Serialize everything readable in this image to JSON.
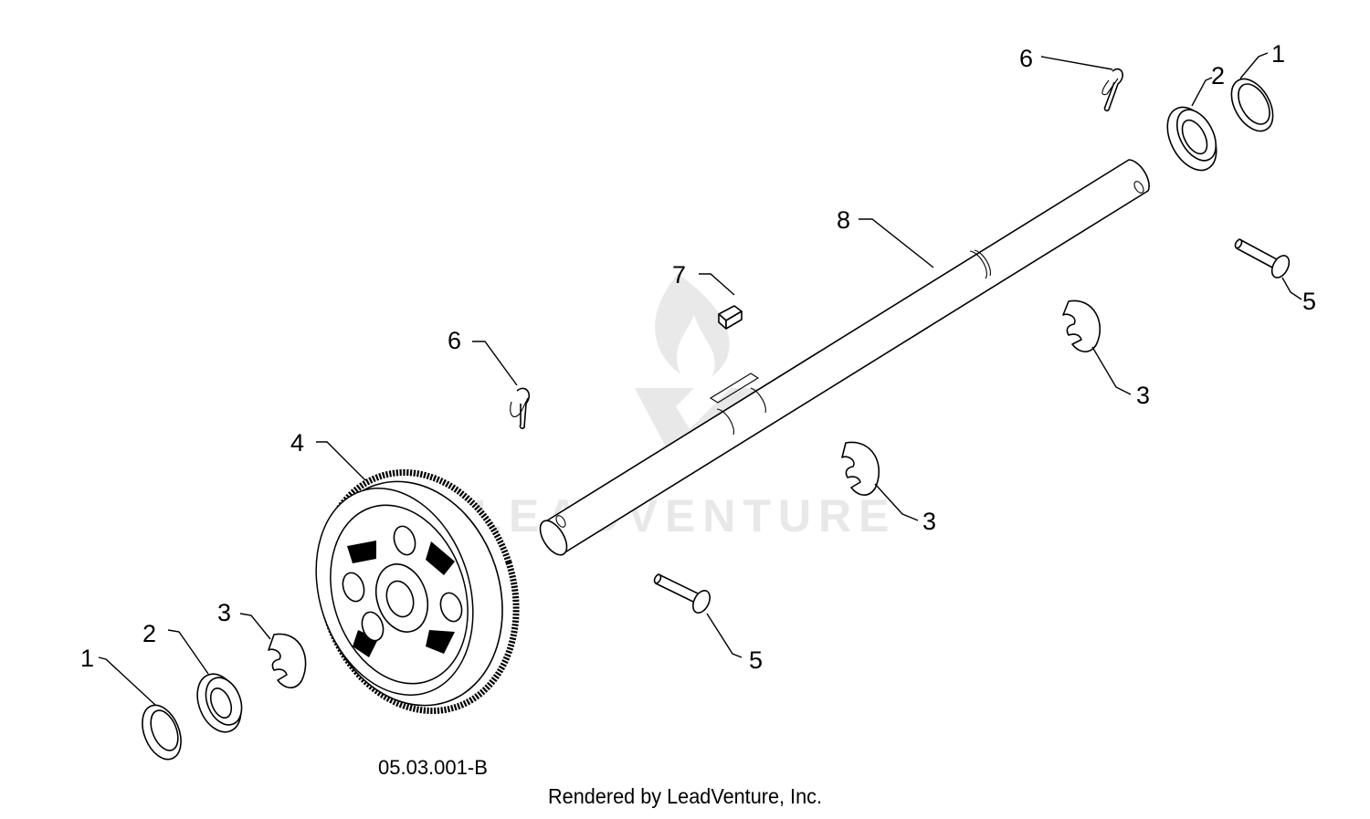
{
  "diagram_code": "05.03.001-B",
  "credit": "Rendered by LeadVenture, Inc.",
  "watermark": "LEADVENTURE",
  "callouts": [
    {
      "id": "c1-right",
      "label": "1"
    },
    {
      "id": "c2-right",
      "label": "2"
    },
    {
      "id": "c6-top",
      "label": "6"
    },
    {
      "id": "c8",
      "label": "8"
    },
    {
      "id": "c7",
      "label": "7"
    },
    {
      "id": "c5-right",
      "label": "5"
    },
    {
      "id": "c6-mid",
      "label": "6"
    },
    {
      "id": "c3-right",
      "label": "3"
    },
    {
      "id": "c3-mid",
      "label": "3"
    },
    {
      "id": "c4",
      "label": "4"
    },
    {
      "id": "c3-left",
      "label": "3"
    },
    {
      "id": "c2-left",
      "label": "2"
    },
    {
      "id": "c1-left",
      "label": "1"
    },
    {
      "id": "c5-bottom",
      "label": "5"
    }
  ]
}
